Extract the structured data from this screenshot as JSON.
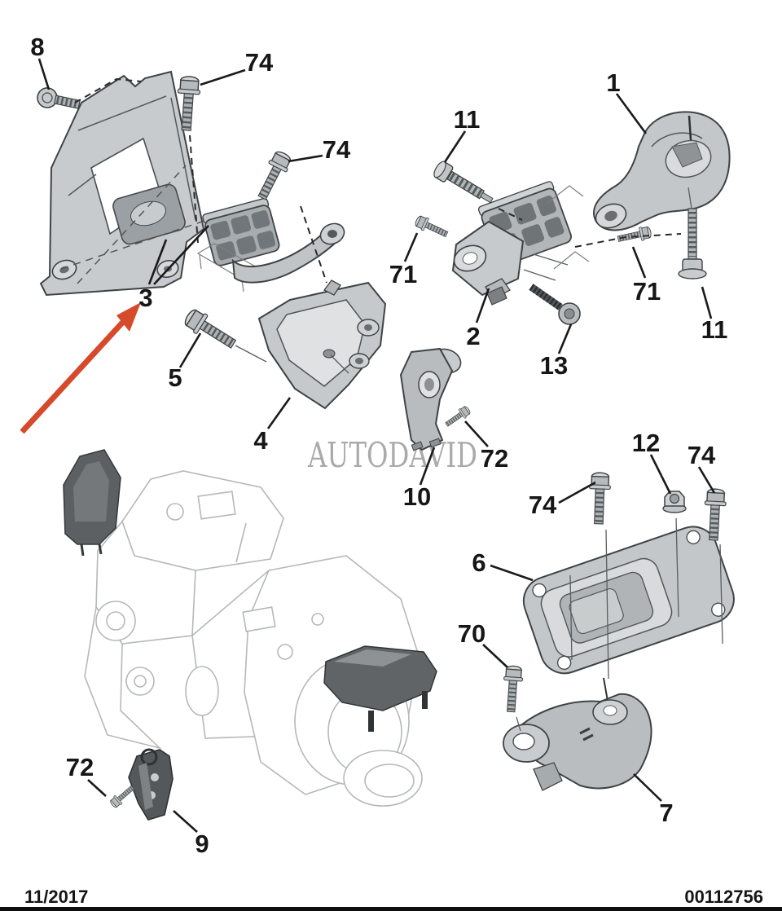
{
  "watermark": "AUTODAVID",
  "footer": {
    "date": "11/2017",
    "doc_number": "00112756"
  },
  "colors": {
    "arrow": "#d6492b",
    "watermark": "#9c9c9c",
    "label": "#161616"
  },
  "highlight_arrow": {
    "points_to": "3"
  },
  "callouts": [
    {
      "ref": "8"
    },
    {
      "ref": "74"
    },
    {
      "ref": "74"
    },
    {
      "ref": "3"
    },
    {
      "ref": "5"
    },
    {
      "ref": "4"
    },
    {
      "ref": "1"
    },
    {
      "ref": "11"
    },
    {
      "ref": "71"
    },
    {
      "ref": "2"
    },
    {
      "ref": "13"
    },
    {
      "ref": "71"
    },
    {
      "ref": "11"
    },
    {
      "ref": "10"
    },
    {
      "ref": "72"
    },
    {
      "ref": "12"
    },
    {
      "ref": "74"
    },
    {
      "ref": "74"
    },
    {
      "ref": "6"
    },
    {
      "ref": "70"
    },
    {
      "ref": "7"
    },
    {
      "ref": "72"
    },
    {
      "ref": "9"
    }
  ]
}
